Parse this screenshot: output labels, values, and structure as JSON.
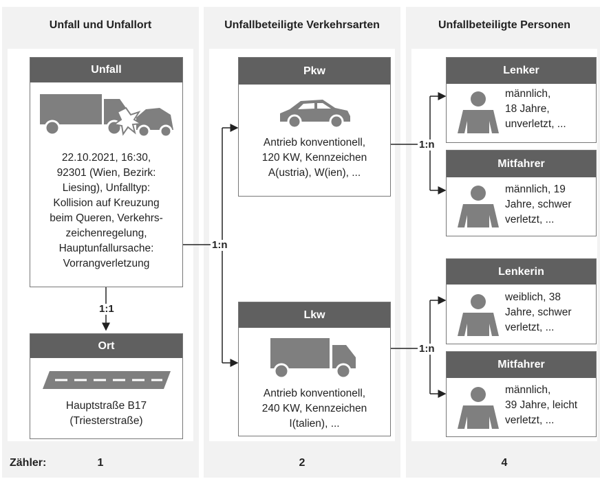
{
  "columns": [
    {
      "title": "Unfall und Unfallort",
      "count": "1"
    },
    {
      "title": "Unfallbeteiligte Verkehrsarten",
      "count": "2"
    },
    {
      "title": "Unfallbeteiligte Personen",
      "count": "4"
    }
  ],
  "footer_label": "Zähler:",
  "unfall": {
    "title": "Unfall",
    "lines": [
      "22.10.2021, 16:30,",
      "92301 (Wien, Bezirk:",
      "Liesing), Unfalltyp:",
      "Kollision auf Kreuzung",
      "beim Queren, Verkehrs-",
      "zeichenregelung,",
      "Hauptunfallursache:",
      "Vorrangverletzung"
    ]
  },
  "ort": {
    "title": "Ort",
    "lines": [
      "Hauptstraße B17",
      "(Triesterstraße)"
    ]
  },
  "pkw": {
    "title": "Pkw",
    "lines": [
      "Antrieb konventionell,",
      "120 KW, Kennzeichen",
      "A(ustria), W(ien), ..."
    ]
  },
  "lkw": {
    "title": "Lkw",
    "lines": [
      "Antrieb konventionell,",
      "240 KW, Kennzeichen",
      "I(talien), ..."
    ]
  },
  "persons": [
    {
      "title": "Lenker",
      "lines": [
        "männlich,",
        "18 Jahre,",
        "unverletzt, ..."
      ]
    },
    {
      "title": "Mitfahrer",
      "lines": [
        "männlich, 19",
        "Jahre, schwer",
        "verletzt, ..."
      ]
    },
    {
      "title": "Lenkerin",
      "lines": [
        "weiblich, 38",
        "Jahre, schwer",
        "verletzt, ..."
      ]
    },
    {
      "title": "Mitfahrer",
      "lines": [
        "männlich,",
        "39 Jahre, leicht",
        "verletzt, ..."
      ]
    }
  ],
  "relations": {
    "unfall_ort": "1:1",
    "unfall_fahrzeug": "1:n",
    "pkw_personen": "1:n",
    "lkw_personen": "1:n"
  },
  "colors": {
    "header_fill": "#606060",
    "icon_fill": "#7f7f7f",
    "column_bg": "#f2f2f2",
    "border": "#777777"
  }
}
